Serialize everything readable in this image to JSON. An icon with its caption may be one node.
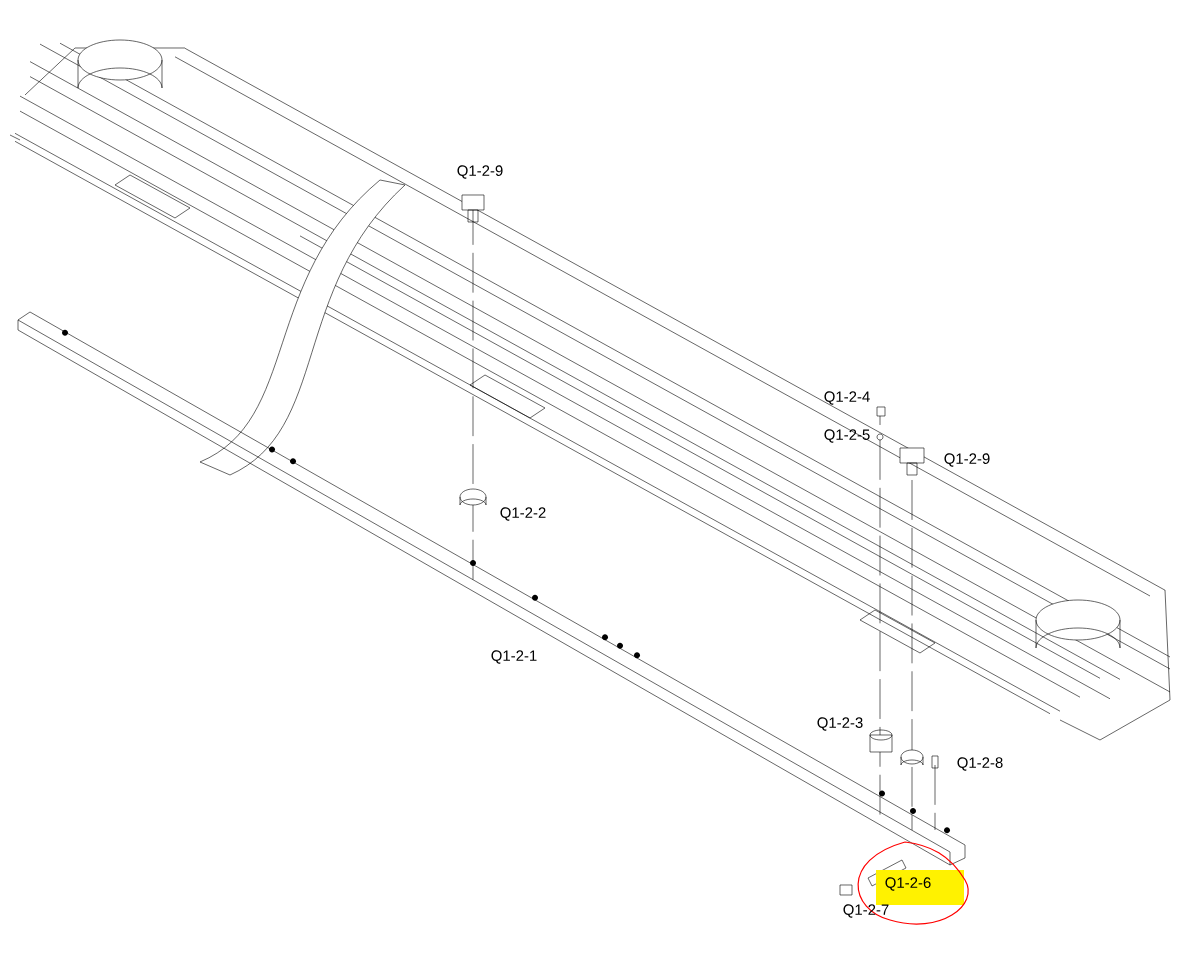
{
  "diagram": {
    "labels": [
      "Q1-2-9",
      "Q1-2-4",
      "Q1-2-5",
      "Q1-2-9",
      "Q1-2-2",
      "Q1-2-1",
      "Q1-2-3",
      "Q1-2-8",
      "Q1-2-6",
      "Q1-2-7"
    ]
  }
}
